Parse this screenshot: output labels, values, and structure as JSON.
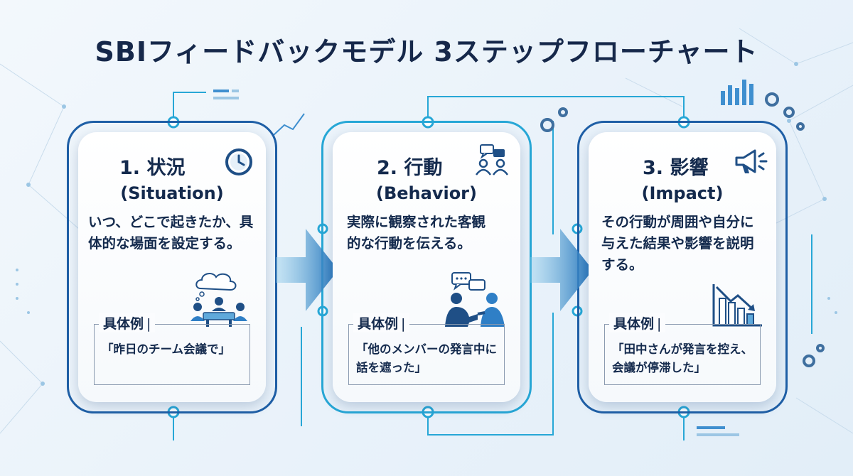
{
  "title": "SBIフィードバックモデル 3ステップフローチャート",
  "steps": [
    {
      "title": "1. 状況",
      "subtitle": "(Situation)",
      "description": "いつ、どこで起きたか、具体的な場面を設定する。",
      "example_label": "具体例",
      "example_text": "「昨日のチーム会議で」",
      "icon": "clock-icon",
      "illustration": "meeting-table-icon"
    },
    {
      "title": "2. 行動",
      "subtitle": "(Behavior)",
      "description": "実際に観察された客観的な行動を伝える。",
      "example_label": "具体例",
      "example_text": "「他のメンバーの発言中に話を遮った」",
      "icon": "people-chat-icon",
      "illustration": "two-people-talking-icon"
    },
    {
      "title": "3. 影響",
      "subtitle": "(Impact)",
      "description": "その行動が周囲や自分に与えた結果や影響を説明する。",
      "example_label": "具体例",
      "example_text": "「田中さんが発言を控え、会議が停滞した」",
      "icon": "megaphone-icon",
      "illustration": "declining-chart-icon"
    }
  ],
  "colors": {
    "dark_blue": "#1f5fa6",
    "cyan": "#27a7d6",
    "text": "#142a4d",
    "background": "#eef5fb"
  }
}
